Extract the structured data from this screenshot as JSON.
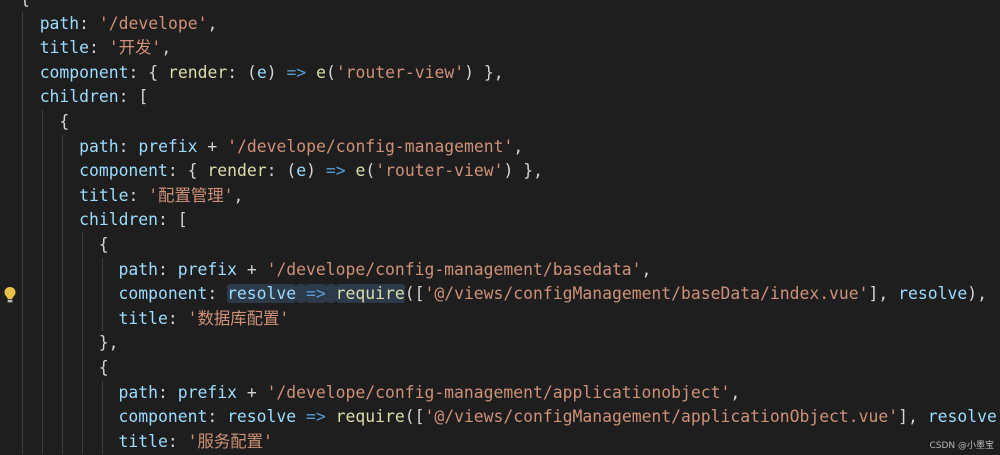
{
  "editor": {
    "lines": [
      {
        "indent": 0,
        "guides": [],
        "tokens": [
          {
            "t": "{",
            "c": "punc"
          }
        ]
      },
      {
        "indent": 1,
        "guides": [
          22
        ],
        "tokens": [
          {
            "t": "path",
            "c": "prop"
          },
          {
            "t": ": ",
            "c": "punc"
          },
          {
            "t": "'/develope'",
            "c": "str"
          },
          {
            "t": ",",
            "c": "punc"
          }
        ]
      },
      {
        "indent": 1,
        "guides": [
          22
        ],
        "tokens": [
          {
            "t": "title",
            "c": "prop"
          },
          {
            "t": ": ",
            "c": "punc"
          },
          {
            "t": "'开发'",
            "c": "str"
          },
          {
            "t": ",",
            "c": "punc"
          }
        ]
      },
      {
        "indent": 1,
        "guides": [
          22
        ],
        "tokens": [
          {
            "t": "component",
            "c": "prop"
          },
          {
            "t": ": { ",
            "c": "punc"
          },
          {
            "t": "render",
            "c": "fn"
          },
          {
            "t": ": (",
            "c": "punc"
          },
          {
            "t": "e",
            "c": "param"
          },
          {
            "t": ") ",
            "c": "punc"
          },
          {
            "t": "=>",
            "c": "arrow"
          },
          {
            "t": " ",
            "c": "punc"
          },
          {
            "t": "e",
            "c": "fn"
          },
          {
            "t": "(",
            "c": "punc"
          },
          {
            "t": "'router-view'",
            "c": "str"
          },
          {
            "t": ") },",
            "c": "punc"
          }
        ]
      },
      {
        "indent": 1,
        "guides": [
          22
        ],
        "tokens": [
          {
            "t": "children",
            "c": "prop"
          },
          {
            "t": ": [",
            "c": "punc"
          }
        ]
      },
      {
        "indent": 2,
        "guides": [
          22,
          42
        ],
        "tokens": [
          {
            "t": "{",
            "c": "punc"
          }
        ]
      },
      {
        "indent": 3,
        "guides": [
          22,
          42,
          62
        ],
        "tokens": [
          {
            "t": "path",
            "c": "prop"
          },
          {
            "t": ": ",
            "c": "punc"
          },
          {
            "t": "prefix",
            "c": "var"
          },
          {
            "t": " + ",
            "c": "op"
          },
          {
            "t": "'/develope/config-management'",
            "c": "str"
          },
          {
            "t": ",",
            "c": "punc"
          }
        ]
      },
      {
        "indent": 3,
        "guides": [
          22,
          42,
          62
        ],
        "tokens": [
          {
            "t": "component",
            "c": "prop"
          },
          {
            "t": ": { ",
            "c": "punc"
          },
          {
            "t": "render",
            "c": "fn"
          },
          {
            "t": ": (",
            "c": "punc"
          },
          {
            "t": "e",
            "c": "param"
          },
          {
            "t": ") ",
            "c": "punc"
          },
          {
            "t": "=>",
            "c": "arrow"
          },
          {
            "t": " ",
            "c": "punc"
          },
          {
            "t": "e",
            "c": "fn"
          },
          {
            "t": "(",
            "c": "punc"
          },
          {
            "t": "'router-view'",
            "c": "str"
          },
          {
            "t": ") },",
            "c": "punc"
          }
        ]
      },
      {
        "indent": 3,
        "guides": [
          22,
          42,
          62
        ],
        "tokens": [
          {
            "t": "title",
            "c": "prop"
          },
          {
            "t": ": ",
            "c": "punc"
          },
          {
            "t": "'配置管理'",
            "c": "str"
          },
          {
            "t": ",",
            "c": "punc"
          }
        ]
      },
      {
        "indent": 3,
        "guides": [
          22,
          42,
          62
        ],
        "tokens": [
          {
            "t": "children",
            "c": "prop"
          },
          {
            "t": ": [",
            "c": "punc"
          }
        ]
      },
      {
        "indent": 4,
        "guides": [
          22,
          42,
          62,
          82
        ],
        "tokens": [
          {
            "t": "{",
            "c": "punc"
          }
        ]
      },
      {
        "indent": 5,
        "guides": [
          22,
          42,
          62,
          82,
          102
        ],
        "tokens": [
          {
            "t": "path",
            "c": "prop"
          },
          {
            "t": ": ",
            "c": "punc"
          },
          {
            "t": "prefix",
            "c": "var"
          },
          {
            "t": " + ",
            "c": "op"
          },
          {
            "t": "'/develope/config-management/basedata'",
            "c": "str"
          },
          {
            "t": ",",
            "c": "punc"
          }
        ]
      },
      {
        "indent": 5,
        "guides": [
          22,
          42,
          62,
          82,
          102
        ],
        "bulb": true,
        "tokens": [
          {
            "t": "component",
            "c": "prop"
          },
          {
            "t": ": ",
            "c": "punc"
          },
          {
            "t": "resolve",
            "c": "param",
            "hl": true
          },
          {
            "t": " ",
            "c": "punc",
            "hl": true
          },
          {
            "t": "=>",
            "c": "arrow",
            "hl": true
          },
          {
            "t": " ",
            "c": "punc",
            "hl": true
          },
          {
            "t": "require",
            "c": "fn",
            "hl": true
          },
          {
            "t": "([",
            "c": "punc"
          },
          {
            "t": "'@/views/configManagement/baseData/index.vue'",
            "c": "str"
          },
          {
            "t": "], ",
            "c": "punc"
          },
          {
            "t": "resolve",
            "c": "param"
          },
          {
            "t": "),",
            "c": "punc"
          }
        ]
      },
      {
        "indent": 5,
        "guides": [
          22,
          42,
          62,
          82,
          102
        ],
        "tokens": [
          {
            "t": "title",
            "c": "prop"
          },
          {
            "t": ": ",
            "c": "punc"
          },
          {
            "t": "'数据库配置'",
            "c": "str"
          }
        ]
      },
      {
        "indent": 4,
        "guides": [
          22,
          42,
          62,
          82
        ],
        "tokens": [
          {
            "t": "},",
            "c": "punc"
          }
        ]
      },
      {
        "indent": 4,
        "guides": [
          22,
          42,
          62,
          82
        ],
        "tokens": [
          {
            "t": "{",
            "c": "punc"
          }
        ]
      },
      {
        "indent": 5,
        "guides": [
          22,
          42,
          62,
          82,
          102
        ],
        "tokens": [
          {
            "t": "path",
            "c": "prop"
          },
          {
            "t": ": ",
            "c": "punc"
          },
          {
            "t": "prefix",
            "c": "var"
          },
          {
            "t": " + ",
            "c": "op"
          },
          {
            "t": "'/develope/config-management/applicationobject'",
            "c": "str"
          },
          {
            "t": ",",
            "c": "punc"
          }
        ]
      },
      {
        "indent": 5,
        "guides": [
          22,
          42,
          62,
          82,
          102
        ],
        "tokens": [
          {
            "t": "component",
            "c": "prop"
          },
          {
            "t": ": ",
            "c": "punc"
          },
          {
            "t": "resolve",
            "c": "param"
          },
          {
            "t": " ",
            "c": "punc"
          },
          {
            "t": "=>",
            "c": "arrow"
          },
          {
            "t": " ",
            "c": "punc"
          },
          {
            "t": "require",
            "c": "fn"
          },
          {
            "t": "([",
            "c": "punc"
          },
          {
            "t": "'@/views/configManagement/applicationObject.vue'",
            "c": "str"
          },
          {
            "t": "], ",
            "c": "punc"
          },
          {
            "t": "resolve",
            "c": "param"
          },
          {
            "t": ")",
            "c": "punc"
          }
        ]
      },
      {
        "indent": 5,
        "guides": [
          22,
          42,
          62,
          82,
          102
        ],
        "tokens": [
          {
            "t": "title",
            "c": "prop"
          },
          {
            "t": ": ",
            "c": "punc"
          },
          {
            "t": "'服务配置'",
            "c": "str"
          }
        ]
      }
    ]
  },
  "lightbulb_icon": "lightbulb-icon",
  "watermark": "CSDN @小墨宝",
  "colors": {
    "background": "#1e1e1e",
    "property": "#9cdcfe",
    "string": "#ce9178",
    "function": "#dcdcaa",
    "arrow": "#569cd6",
    "bulb": "#e8c14a"
  }
}
